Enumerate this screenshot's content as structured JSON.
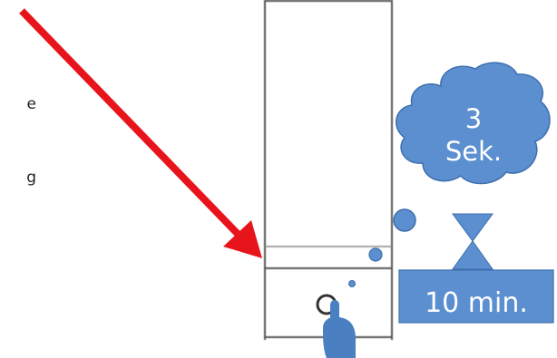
{
  "left_text": {
    "line1_tail": "e",
    "line2_tail": "g"
  },
  "thought_cloud": {
    "line1": "3",
    "line2": "Sek."
  },
  "timer_box": {
    "label": "10 min."
  },
  "colors": {
    "arrow": "#e8141b",
    "shape_fill": "#5b8fd0",
    "shape_stroke": "#3f6fae",
    "device_outline": "#555555",
    "label_text": "#ffffff"
  },
  "icons": [
    "arrow-pointer",
    "thought-cloud",
    "hourglass-icon",
    "power-button-icon",
    "pointing-finger-icon"
  ]
}
